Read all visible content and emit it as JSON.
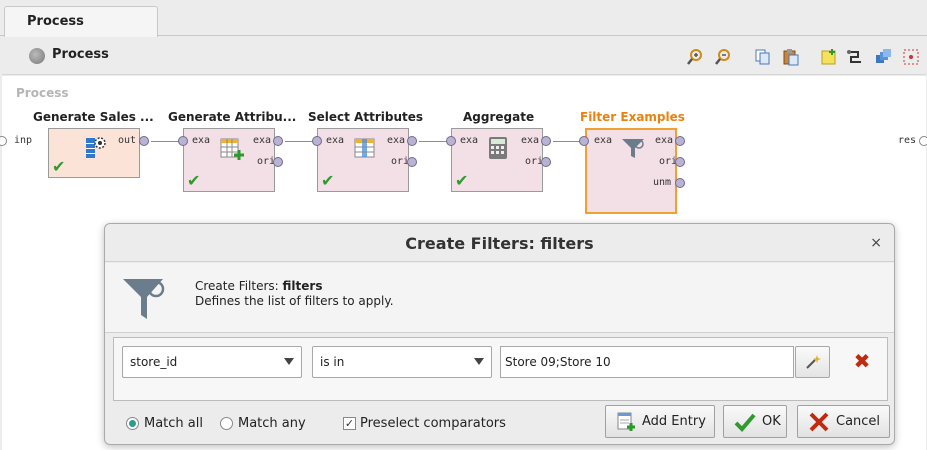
{
  "tab": {
    "label": "Process"
  },
  "header": {
    "title": "Process",
    "tools": [
      "zoom-in-icon",
      "zoom-out-icon",
      "copy-icon",
      "paste-icon",
      "new-note-icon",
      "auto-wire-icon",
      "arrange-icon",
      "fit-icon"
    ]
  },
  "canvas": {
    "label": "Process",
    "left_port_label": "inp",
    "right_port_label": "res",
    "operators": [
      {
        "title": "Generate Sales ...",
        "in_ports": [],
        "out_ports": [
          "out"
        ]
      },
      {
        "title": "Generate Attribu...",
        "in_ports": [
          "exa"
        ],
        "out_ports": [
          "exa",
          "ori"
        ]
      },
      {
        "title": "Select Attributes",
        "in_ports": [
          "exa"
        ],
        "out_ports": [
          "exa",
          "ori"
        ]
      },
      {
        "title": "Aggregate",
        "in_ports": [
          "exa"
        ],
        "out_ports": [
          "exa",
          "ori"
        ]
      },
      {
        "title": "Filter Examples",
        "in_ports": [
          "exa"
        ],
        "out_ports": [
          "exa",
          "ori",
          "unm"
        ]
      }
    ]
  },
  "dialog": {
    "title": "Create Filters: filters",
    "close": "×",
    "info_prefix": "Create Filters: ",
    "info_name": "filters",
    "info_description": "Defines the list of filters to apply.",
    "filter": {
      "attribute": "store_id",
      "operator": "is in",
      "value": "Store 09;Store 10"
    },
    "match_all_label": "Match all",
    "match_any_label": "Match any",
    "match_mode": "all",
    "preselect_label": "Preselect comparators",
    "preselect_checked": true,
    "add_entry_label": "Add Entry",
    "ok_label": "OK",
    "cancel_label": "Cancel"
  },
  "colors": {
    "operator_fill": "#f3dfe6",
    "selected_title": "#e8830f",
    "check_green": "#2f9a2f",
    "delete_red": "#c02a10"
  }
}
